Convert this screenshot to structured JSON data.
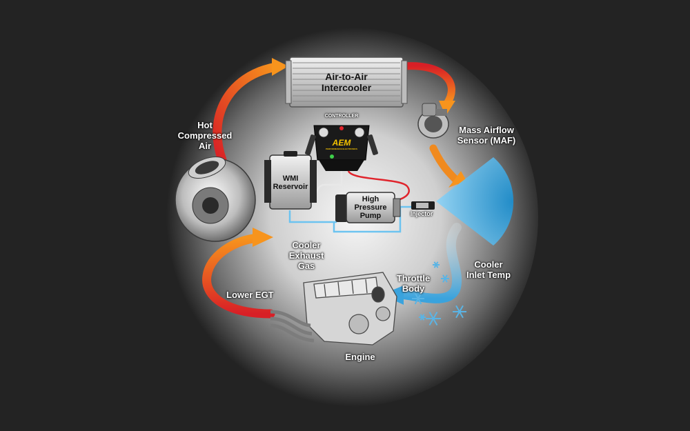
{
  "labels": {
    "intercooler": "Air-to-Air\nIntercooler",
    "controller": "CONTROLLER",
    "brand": "AEM",
    "brand_sub": "PERFORMANCE ELECTRONICS",
    "hot_air": "Hot\nCompressed\nAir",
    "maf": "Mass Airflow\nSensor (MAF)",
    "reservoir": "WMI\nReservoir",
    "pump": "High\nPressure\nPump",
    "injector": "Injector",
    "cooler_exhaust": "Cooler\nExhaust\nGas",
    "cooler_inlet": "Cooler\nInlet Temp",
    "throttle": "Throttle\nBody",
    "lower_egt": "Lower EGT",
    "engine": "Engine"
  },
  "colors": {
    "background": "#232323",
    "hot_arrow_start": "#e8202a",
    "hot_arrow_end": "#f7941d",
    "cool_stream": "#5ab4e5",
    "water_line": "#6cc3f0",
    "power_line": "#e0242c",
    "brand": "#f5c400"
  },
  "icons": [
    "turbocharger-icon",
    "intercooler-icon",
    "maf-sensor-icon",
    "controller-icon",
    "reservoir-icon",
    "pump-icon",
    "injector-icon",
    "engine-icon",
    "snowflake-icon"
  ]
}
